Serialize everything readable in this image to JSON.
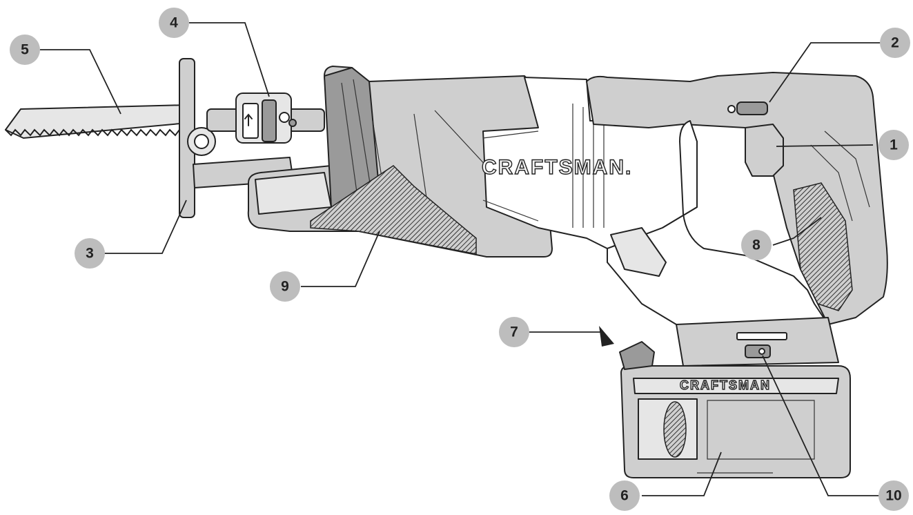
{
  "brand": {
    "body_logo": "CRAFTSMAN.",
    "battery_logo": "CRAFTSMAN"
  },
  "callouts": [
    {
      "number": "1",
      "part": "trigger"
    },
    {
      "number": "2",
      "part": "variable-speed-lock"
    },
    {
      "number": "3",
      "part": "shoe"
    },
    {
      "number": "4",
      "part": "blade-clamp"
    },
    {
      "number": "5",
      "part": "blade"
    },
    {
      "number": "6",
      "part": "battery-pack"
    },
    {
      "number": "7",
      "part": "led-light"
    },
    {
      "number": "8",
      "part": "main-handle"
    },
    {
      "number": "9",
      "part": "front-grip"
    },
    {
      "number": "10",
      "part": "battery-release-button"
    }
  ],
  "colors": {
    "bubble": "#bdbdbd",
    "tool_body": "#cfcfcf",
    "outline": "#222222"
  }
}
